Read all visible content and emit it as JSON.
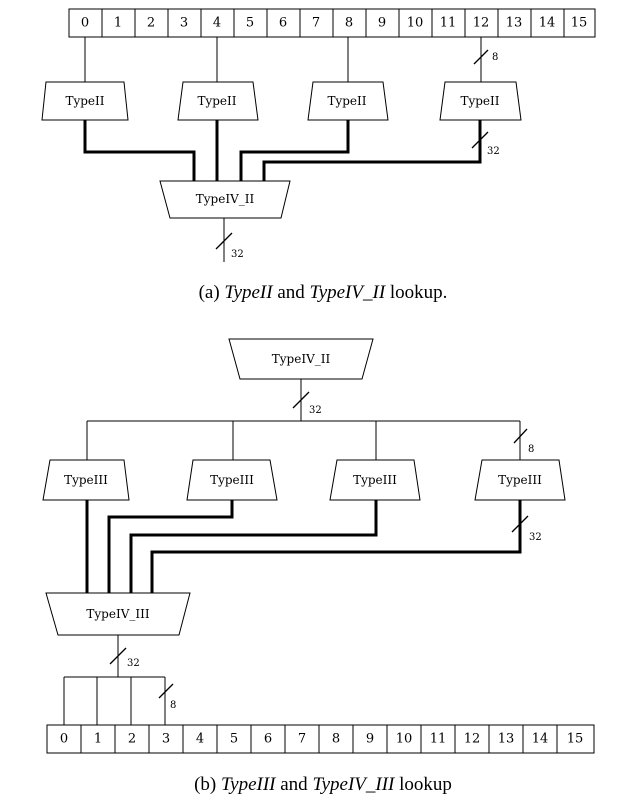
{
  "top": {
    "bytes": [
      "0",
      "1",
      "2",
      "3",
      "4",
      "5",
      "6",
      "7",
      "8",
      "9",
      "10",
      "11",
      "12",
      "13",
      "14",
      "15"
    ],
    "type_boxes": [
      "TypeII",
      "TypeII",
      "TypeII",
      "TypeII"
    ],
    "merge_box": "TypeIV_II",
    "width_in": "8",
    "width_mid": "32",
    "width_out": "32",
    "caption": {
      "prefix": "(a) ",
      "name1": "TypeII",
      "middle": " and ",
      "name2": "TypeIV_II",
      "suffix": " lookup."
    }
  },
  "bottom": {
    "source_box": "TypeIV_II",
    "width_source": "32",
    "type_boxes": [
      "TypeIII",
      "TypeIII",
      "TypeIII",
      "TypeIII"
    ],
    "width_in": "8",
    "width_mid": "32",
    "merge_box": "TypeIV_III",
    "width_merge_out": "32",
    "width_reg": "8",
    "bytes": [
      "0",
      "1",
      "2",
      "3",
      "4",
      "5",
      "6",
      "7",
      "8",
      "9",
      "10",
      "11",
      "12",
      "13",
      "14",
      "15"
    ],
    "caption": {
      "prefix": "(b) ",
      "name1": "TypeIII",
      "middle": " and ",
      "name2": "TypeIV_III",
      "suffix": " lookup"
    }
  }
}
